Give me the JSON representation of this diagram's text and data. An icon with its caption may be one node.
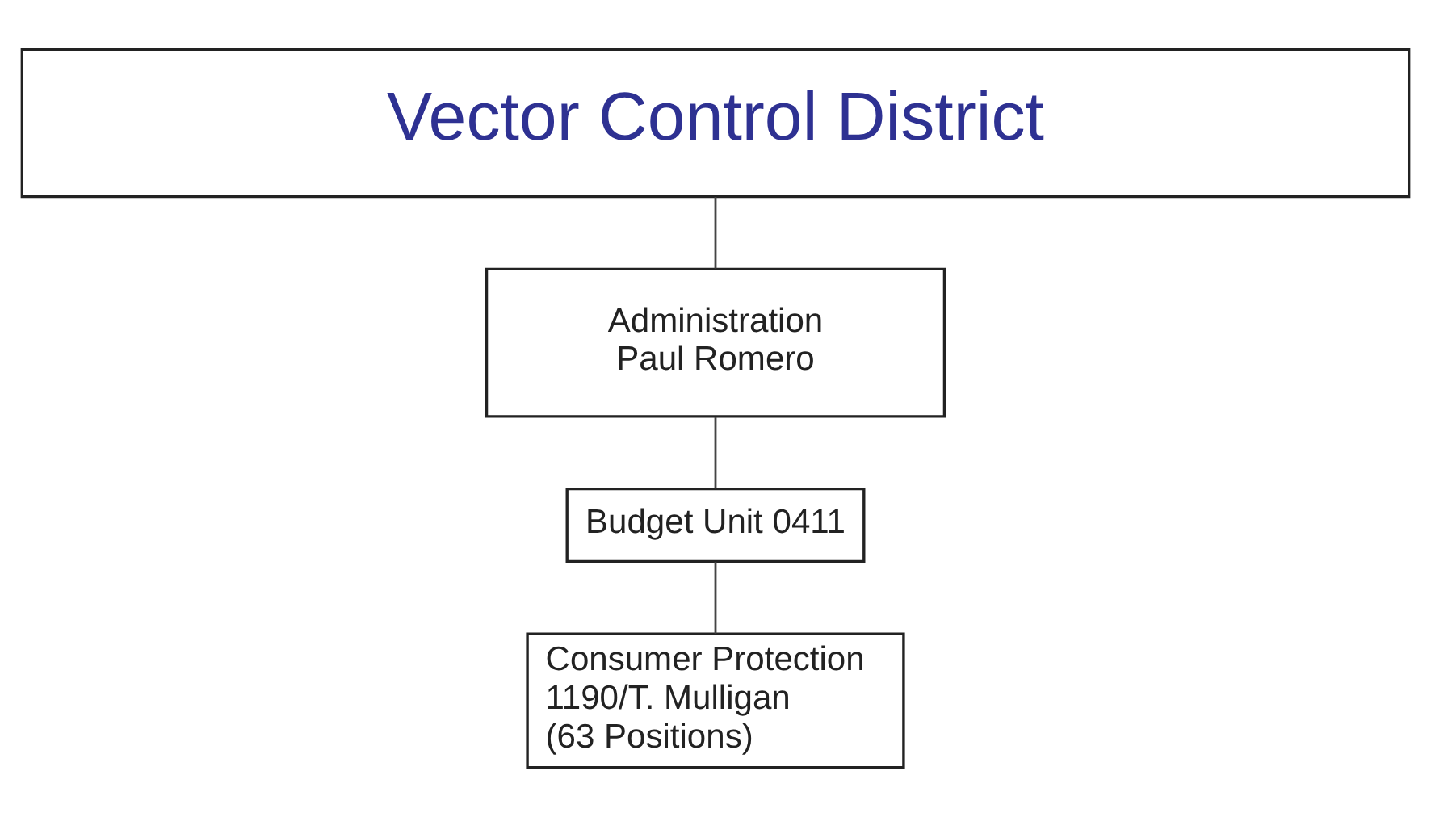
{
  "diagram": {
    "nodes": [
      {
        "text": [
          "Vector Control District"
        ]
      },
      {
        "text": [
          "Administration",
          "Paul Romero"
        ]
      },
      {
        "text": [
          "Budget Unit 0411"
        ]
      },
      {
        "text": [
          "Consumer Protection",
          "1190/T. Mulligan",
          "(63 Positions)"
        ]
      }
    ],
    "edges": [
      {
        "from": 0,
        "to": 1,
        "arrow": "none"
      },
      {
        "from": 1,
        "to": 2,
        "arrow": "none"
      },
      {
        "from": 2,
        "to": 3,
        "arrow": "none"
      }
    ]
  }
}
